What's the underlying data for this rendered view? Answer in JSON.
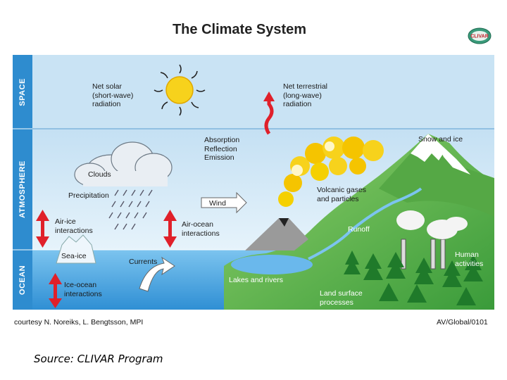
{
  "title": "The Climate System",
  "logo_text": "CLIVAR",
  "zones": {
    "space": "SPACE",
    "atmosphere": "ATMOSPHERE",
    "ocean": "OCEAN"
  },
  "labels": {
    "net_solar": "Net solar\n(short-wave)\nradiation",
    "net_terrestrial": "Net terrestrial\n(long-wave)\nradiation",
    "absorption": "Absorption\nReflection\nEmission",
    "snow_ice": "Snow and ice",
    "clouds": "Clouds",
    "precipitation": "Precipitation",
    "volcanic": "Volcanic gases\nand particles",
    "wind": "Wind",
    "air_ice": "Air-ice\ninteractions",
    "air_ocean": "Air-ocean\ninteractions",
    "runoff": "Runoff",
    "sea_ice": "Sea-ice",
    "currents": "Currents",
    "human": "Human\nactivities",
    "lakes": "Lakes and rivers",
    "ice_ocean": "Ice-ocean\ninteractions",
    "land_surface": "Land surface\nprocesses"
  },
  "credits": {
    "left": "courtesy N. Noreiks, L. Bengtsson, MPI",
    "right": "AV/Global/0101"
  },
  "source": "Source:  CLIVAR Program",
  "colors": {
    "space_sky": "#cfe6f5",
    "atmosphere_sky": "#d9ecf8",
    "ocean": "#4aa6e0",
    "side_bar": "#2e8ccf",
    "land": "#5bb84a",
    "arrow_red": "#e0202a",
    "sun": "#f7d21c",
    "volcano_smoke": "#f5c400"
  }
}
